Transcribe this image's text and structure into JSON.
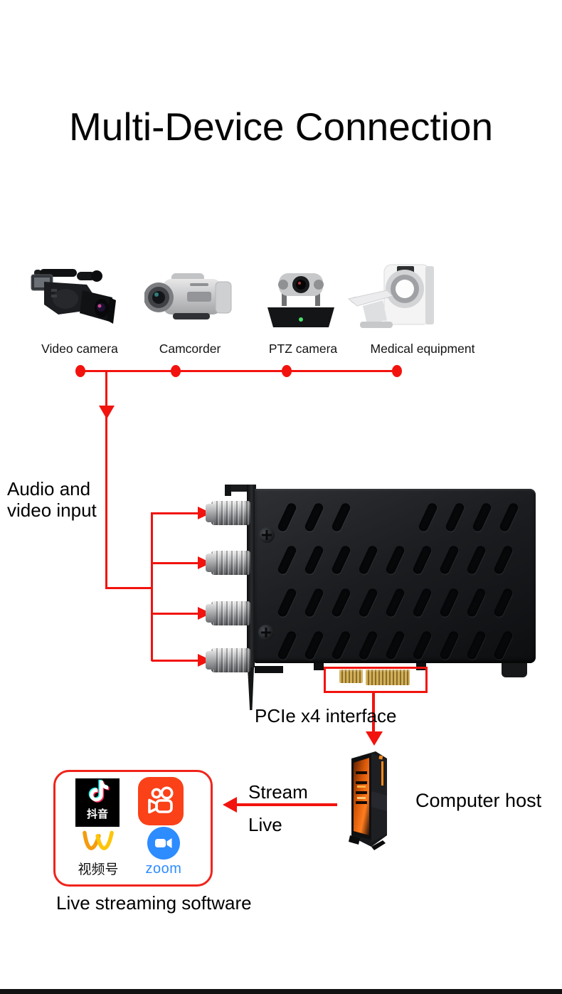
{
  "title": "Multi-Device Connection",
  "colors": {
    "accent_red": "#f2130e",
    "douyin_black": "#000000",
    "kuaishou_orange": "#fb4118",
    "channels_yellow": "#f7a708",
    "zoom_blue": "#2d8cff"
  },
  "devices": {
    "items": [
      {
        "label": "Video camera",
        "icon": "video-camera-image"
      },
      {
        "label": "Camcorder",
        "icon": "camcorder-image"
      },
      {
        "label": "PTZ camera",
        "icon": "ptz-camera-image"
      },
      {
        "label": "Medical equipment",
        "icon": "medical-equipment-image"
      }
    ]
  },
  "flow": {
    "audio_video_input_line1": "Audio and",
    "audio_video_input_line2": "video input",
    "pcie_label": "PCIe x4 interface",
    "stream_label": "Stream",
    "live_label": "Live",
    "computer_host_label": "Computer host"
  },
  "software": {
    "caption": "Live streaming software",
    "apps": [
      {
        "name": "douyin",
        "label": "抖音"
      },
      {
        "name": "kuaishou",
        "label": ""
      },
      {
        "name": "wechat-channels",
        "label": "视频号"
      },
      {
        "name": "zoom",
        "label": "zoom"
      }
    ]
  }
}
